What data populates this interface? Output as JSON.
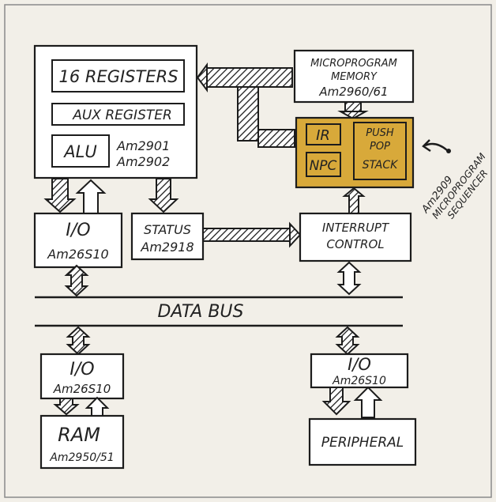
{
  "colors": {
    "background": "#f2efe8",
    "sequencer_fill": "#d8a93a",
    "ink": "#1c1c1c"
  },
  "blocks": {
    "registers": "16 REGISTERS",
    "aux_register": "AUX REGISTER",
    "alu": "ALU",
    "alu_part_1": "Am2901",
    "alu_part_2": "Am2902",
    "microprogram_memory_1": "MICROPROGRAM",
    "microprogram_memory_2": "MEMORY",
    "microprogram_memory_3": "Am2960/61",
    "ir": "IR",
    "npc": "NPC",
    "push": "PUSH",
    "pop": "POP",
    "stack": "STACK",
    "io_top_label": "I/O",
    "io_top_part": "Am26S10",
    "status_label": "STATUS",
    "status_part": "Am2918",
    "interrupt_1": "INTERRUPT",
    "interrupt_2": "CONTROL",
    "data_bus": "DATA BUS",
    "io_left_label": "I/O",
    "io_left_part": "Am26S10",
    "ram_label": "RAM",
    "ram_part": "Am2950/51",
    "io_right_label": "I/O",
    "io_right_part": "Am26S10",
    "peripheral": "PERIPHERAL"
  },
  "callout": {
    "line1": "Am2909",
    "line2": "MICROPROGRAM",
    "line3": "SEQUENCER"
  }
}
